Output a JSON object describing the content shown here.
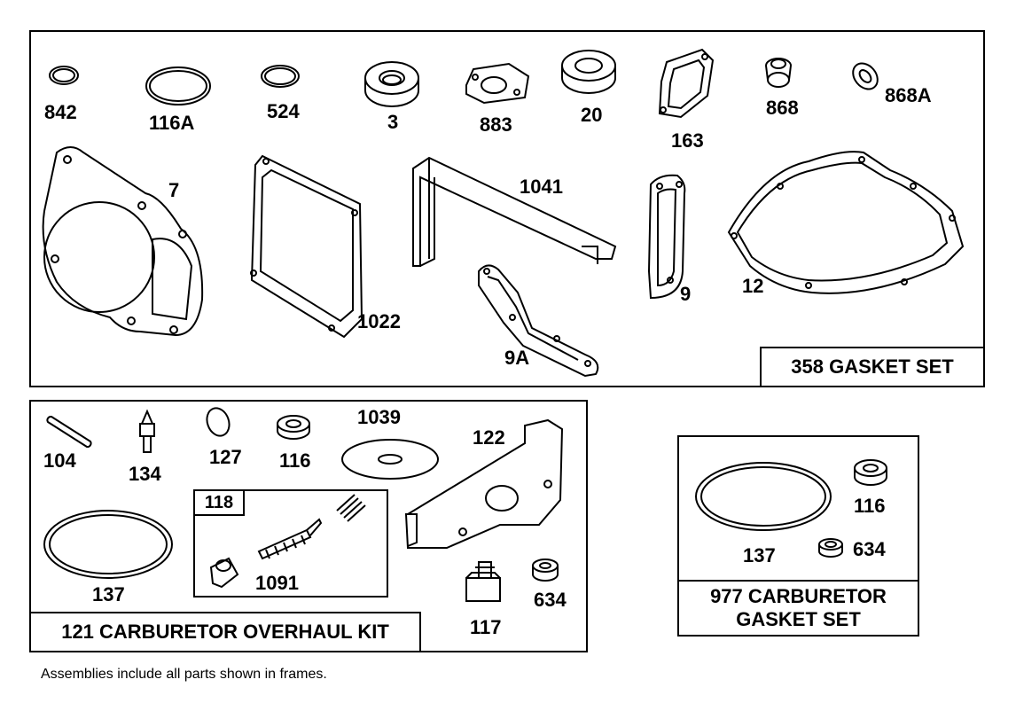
{
  "sets": {
    "gasket_set": "358 GASKET SET",
    "overhaul_kit": "121 CARBURETOR OVERHAUL KIT",
    "sub_assembly": "118",
    "carb_gasket_set_line1": "977 CARBURETOR",
    "carb_gasket_set_line2": "GASKET SET"
  },
  "parts": {
    "p842": "842",
    "p116a": "116A",
    "p524": "524",
    "p3": "3",
    "p883": "883",
    "p20": "20",
    "p163": "163",
    "p868": "868",
    "p868a": "868A",
    "p7": "7",
    "p1022": "1022",
    "p1041": "1041",
    "p9a": "9A",
    "p9": "9",
    "p12": "12",
    "p104": "104",
    "p134": "134",
    "p127": "127",
    "p116": "116",
    "p1039": "1039",
    "p122": "122",
    "p137": "137",
    "p1091": "1091",
    "p117": "117",
    "p634": "634",
    "p137b": "137",
    "p116b": "116",
    "p634b": "634"
  },
  "footnote": "Assemblies include all parts shown in frames."
}
